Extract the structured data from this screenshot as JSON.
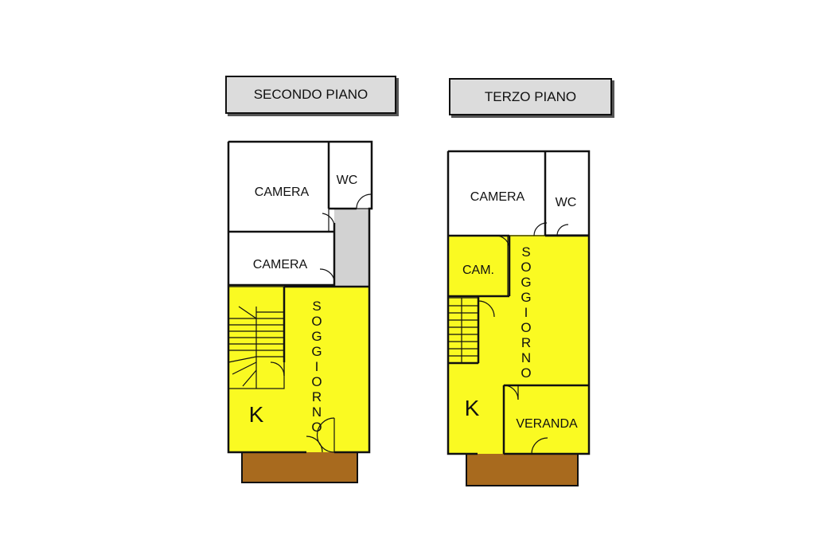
{
  "floors": [
    {
      "title": "SECONDO PIANO",
      "rooms": {
        "camera_top": "CAMERA",
        "wc": "WC",
        "camera_mid": "CAMERA",
        "soggiorno": "SOGGIORNO",
        "k": "K"
      }
    },
    {
      "title": "TERZO PIANO",
      "rooms": {
        "camera_top": "CAMERA",
        "wc": "WC",
        "cam": "CAM.",
        "soggiorno": "SOGGIORNO",
        "k": "K",
        "veranda": "VERANDA"
      }
    }
  ],
  "colors": {
    "camera": "#f3c3cf",
    "wc": "#cfe3f6",
    "soggiorno": "#fafa22",
    "corridor": "#d2d2d2",
    "veranda": "#a6d8a6",
    "balcony": "#a86a1e",
    "title_bg": "#dcdcdc"
  }
}
